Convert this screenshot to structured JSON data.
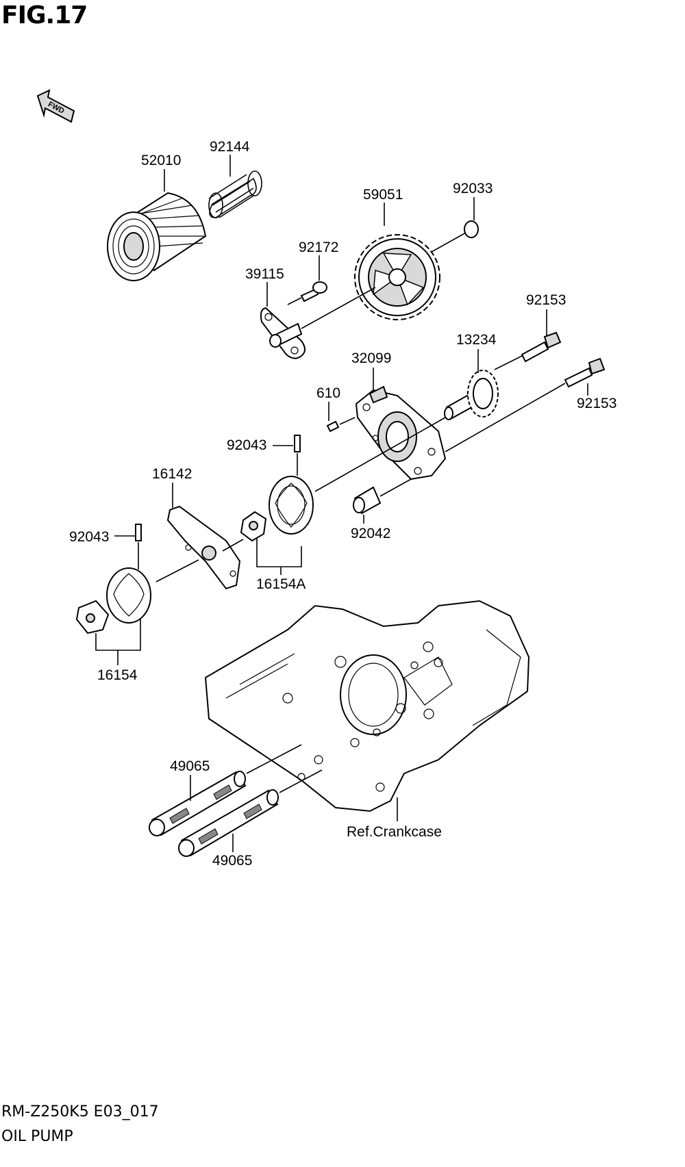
{
  "figure": {
    "title": "FIG.17",
    "fwd_label": "FWD",
    "model_code": "RM-Z250K5 E03_017",
    "section_name": "OIL PUMP"
  },
  "parts": {
    "p52010": "52010",
    "p92144": "92144",
    "p59051": "59051",
    "p92033": "92033",
    "p92172": "92172",
    "p39115": "39115",
    "p92153_a": "92153",
    "p13234": "13234",
    "p32099": "32099",
    "p610": "610",
    "p92153_b": "92153",
    "p92043_a": "92043",
    "p16142": "16142",
    "p92042": "92042",
    "p92043_b": "92043",
    "p16154A": "16154A",
    "p16154": "16154",
    "p49065_a": "49065",
    "p49065_b": "49065",
    "ref_crankcase": "Ref.Crankcase"
  }
}
